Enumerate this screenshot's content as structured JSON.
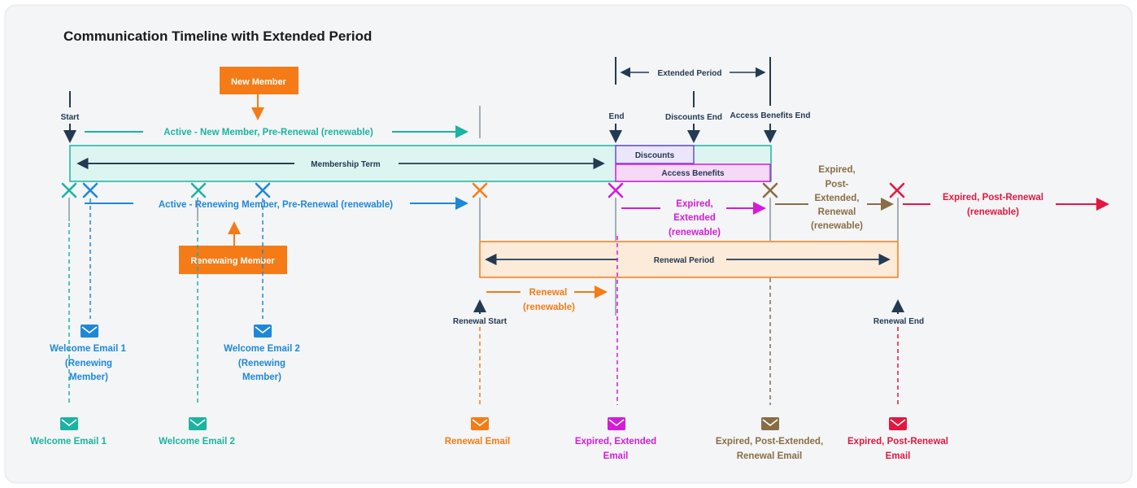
{
  "title": "Communication Timeline with Extended Period",
  "colors": {
    "teal": "#1bb3a1",
    "blue": "#1e88d8",
    "orange": "#f47b16",
    "magenta": "#d41bd8",
    "brown": "#8a6d45",
    "red": "#e4173f",
    "navy": "#233a52",
    "background": "#f4f5f7"
  },
  "callouts": {
    "new_member": "New Member",
    "renewing_member": "Renewaing Member"
  },
  "markers": {
    "start": "Start",
    "end": "End",
    "discounts_end": "Discounts End",
    "access_benefits_end": "Access Benefits End",
    "extended_period": "Extended Period",
    "renewal_start": "Renewal Start",
    "renewal_end": "Renewal End"
  },
  "bars": {
    "membership_term": "Membership Term",
    "discounts": "Discounts",
    "access_benefits": "Access Benefits",
    "renewal_period": "Renewal Period"
  },
  "phases": {
    "active_new": "Active - New Member, Pre-Renewal (renewable)",
    "active_renewing": "Active - Renewing Member, Pre-Renewal (renewable)",
    "renewal": [
      "Renewal",
      "(renewable)"
    ],
    "expired_extended": [
      "Expired,",
      "Extended",
      "(renewable)"
    ],
    "expired_post_extended": [
      "Expired,",
      "Post-",
      "Extended,",
      "Renewal",
      "(renewable)"
    ],
    "expired_post_renewal": [
      "Expired, Post-Renewal",
      "(renewable)"
    ]
  },
  "emails": [
    {
      "id": "welcome-email-1-renewing",
      "color": "blue",
      "lines": [
        "Welcome Email 1",
        "(Renewing",
        "Member)"
      ]
    },
    {
      "id": "welcome-email-2-renewing",
      "color": "blue",
      "lines": [
        "Welcome Email 2",
        "(Renewing",
        "Member)"
      ]
    },
    {
      "id": "welcome-email-1",
      "color": "teal",
      "lines": [
        "Welcome Email 1"
      ]
    },
    {
      "id": "welcome-email-2",
      "color": "teal",
      "lines": [
        "Welcome Email 2"
      ]
    },
    {
      "id": "renewal-email",
      "color": "orange",
      "lines": [
        "Renewal Email"
      ]
    },
    {
      "id": "expired-extended-email",
      "color": "magenta",
      "lines": [
        "Expired, Extended",
        "Email"
      ]
    },
    {
      "id": "expired-post-extended-email",
      "color": "brown",
      "lines": [
        "Expired, Post-Extended,",
        "Renewal Email"
      ]
    },
    {
      "id": "expired-post-renewal-email",
      "color": "red",
      "lines": [
        "Expired, Post-Renewal",
        "Email"
      ]
    }
  ]
}
